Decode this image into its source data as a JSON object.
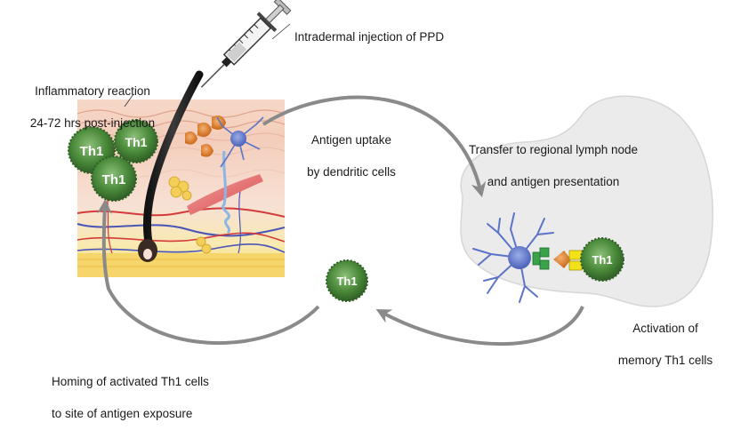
{
  "labels": {
    "injection": "Intradermal injection of PPD",
    "inflammatory_line1": "Inflammatory reaction",
    "inflammatory_line2": "24-72 hrs post-injection",
    "uptake_line1": "Antigen uptake",
    "uptake_line2": "by dendritic cells",
    "transfer_line1": "Transfer to regional lymph node",
    "transfer_line2": "and antigen presentation",
    "activation_line1": "Activation of",
    "activation_line2": "memory Th1 cells",
    "homing_line1": "Homing of activated Th1 cells",
    "homing_line2": "to site of antigen exposure"
  },
  "cells": {
    "skin_th1_a": "Th1",
    "skin_th1_b": "Th1",
    "skin_th1_c": "Th1",
    "circulating_th1": "Th1",
    "node_th1": "Th1"
  },
  "colors": {
    "th1_green": "#4a8a3a",
    "dendritic_blue": "#5b73c9",
    "arrow_gray": "#8a8a8a",
    "lymph_node_fill": "#ebebeb",
    "mhc_green": "#3aa34a",
    "tcr_yellow": "#f3e11a",
    "antigen_orange": "#f08a1e"
  }
}
